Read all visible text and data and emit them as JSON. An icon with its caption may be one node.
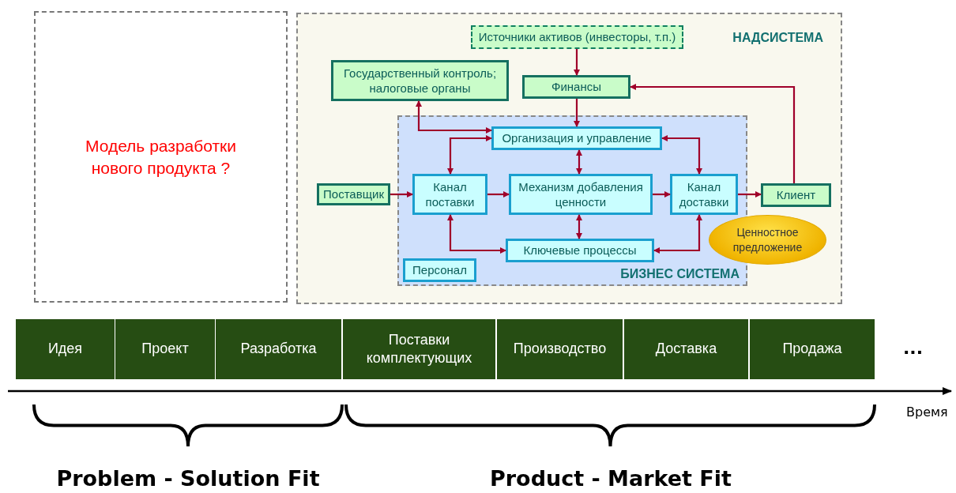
{
  "diagram": {
    "nodes": [
      {
        "text": [
          "Модель разработки нового продукта ?"
        ]
      },
      {
        "text": [
          "НАДСИСТЕМА"
        ]
      },
      {
        "text": [
          "Источники активов (инвесторы, т.п.)"
        ],
        "in": 1
      },
      {
        "text": [
          "Государственный контроль; налоговые органы"
        ],
        "in": 1
      },
      {
        "text": [
          "Финансы"
        ],
        "in": 1
      },
      {
        "text": [
          "БИЗНЕС СИСТЕМА"
        ],
        "in": 1
      },
      {
        "text": [
          "Организация и управление"
        ],
        "in": 5
      },
      {
        "text": [
          "Поставщик"
        ],
        "in": 1
      },
      {
        "text": [
          "Канал поставки"
        ],
        "in": 5
      },
      {
        "text": [
          "Механизм добавления ценности"
        ],
        "in": 5
      },
      {
        "text": [
          "Канал доставки"
        ],
        "in": 5
      },
      {
        "text": [
          "Клиент"
        ],
        "in": 1
      },
      {
        "text": [
          "Ценностное предложение"
        ],
        "in": 1
      },
      {
        "text": [
          "Ключевые процессы"
        ],
        "in": 5
      },
      {
        "text": [
          "Персонал"
        ],
        "in": 5
      },
      {
        "text": [
          "Идея"
        ]
      },
      {
        "text": [
          "Проект"
        ]
      },
      {
        "text": [
          "Разработка"
        ]
      },
      {
        "text": [
          "Поставки комплектующих"
        ]
      },
      {
        "text": [
          "Производство"
        ]
      },
      {
        "text": [
          "Доставка"
        ]
      },
      {
        "text": [
          "Продажа"
        ]
      }
    ],
    "edges": [
      {
        "from": 2,
        "to": 4,
        "arrow": "to"
      },
      {
        "from": 4,
        "to": 6,
        "arrow": "to"
      },
      {
        "from": 3,
        "to": 6,
        "arrow": "both"
      },
      {
        "from": 11,
        "to": 4,
        "arrow": "to"
      },
      {
        "from": 6,
        "to": 8,
        "arrow": "both"
      },
      {
        "from": 6,
        "to": 9,
        "arrow": "both"
      },
      {
        "from": 6,
        "to": 10,
        "arrow": "both"
      },
      {
        "from": 7,
        "to": 8,
        "arrow": "to"
      },
      {
        "from": 8,
        "to": 9,
        "arrow": "to"
      },
      {
        "from": 9,
        "to": 10,
        "arrow": "to"
      },
      {
        "from": 10,
        "to": 11,
        "arrow": "to"
      },
      {
        "from": 8,
        "to": 13,
        "arrow": "both"
      },
      {
        "from": 9,
        "to": 13,
        "arrow": "both"
      },
      {
        "from": 10,
        "to": 13,
        "arrow": "both"
      }
    ],
    "labels": [
      "...",
      "Время",
      "Problem - Solution Fit",
      "Product - Market Fit"
    ]
  }
}
